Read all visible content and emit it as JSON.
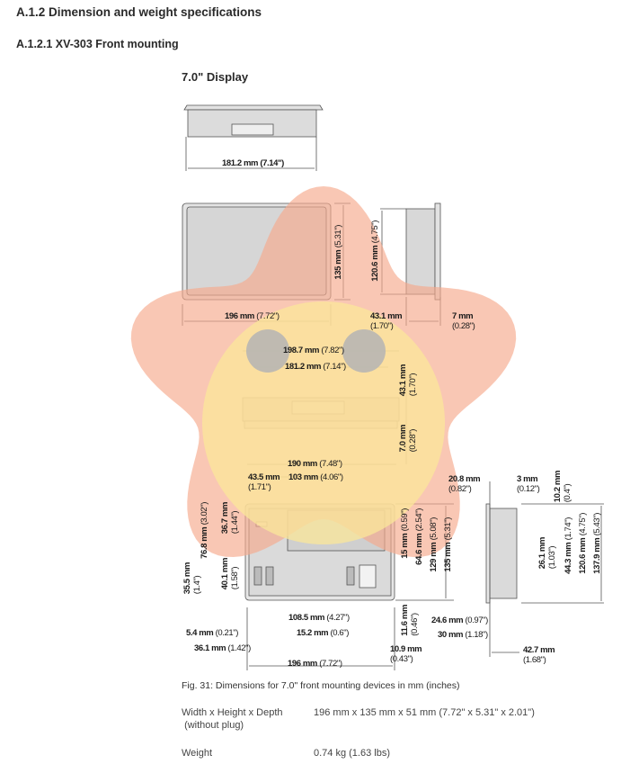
{
  "headings": {
    "section": "A.1.2 Dimension and weight specifications",
    "subsection": "A.1.2.1  XV-303 Front mounting",
    "display": "7.0\" Display"
  },
  "dims": {
    "top_width": {
      "mm": "181.2 mm",
      "in": "(7.14\")"
    },
    "front_width": {
      "mm": "196 mm",
      "in": "(7.72\")"
    },
    "front_height": {
      "mm": "135 mm",
      "in": "(5.31\")"
    },
    "side_height": {
      "mm": "120.6 mm",
      "in": "(4.75\")"
    },
    "side_depth": {
      "mm": "43.1 mm",
      "in": "(1.70\")"
    },
    "side_bezel": {
      "mm": "7 mm",
      "in": "(0.28\")"
    },
    "bottom_outer": {
      "mm": "198.7 mm",
      "in": "(7.82\")"
    },
    "bottom_inner": {
      "mm": "181.2 mm",
      "in": "(7.14\")"
    },
    "bottom_depth": {
      "mm": "43.1 mm",
      "in": "(1.70\")"
    },
    "bottom_bezel": {
      "mm": "7.0 mm",
      "in": "(0.28\")"
    },
    "rear_190": {
      "mm": "190 mm",
      "in": "(7.48\")"
    },
    "rear_43_5": {
      "mm": "43.5 mm",
      "in": "(1.71\")"
    },
    "rear_103": {
      "mm": "103 mm",
      "in": "(4.06\")"
    },
    "rear_76_8": {
      "mm": "76.8 mm",
      "in": "(3.02\")"
    },
    "rear_36_7": {
      "mm": "36.7 mm",
      "in": "(1.44\")"
    },
    "rear_35_5": {
      "mm": "35.5 mm",
      "in": "(1.4\")"
    },
    "rear_40_1": {
      "mm": "40.1 mm",
      "in": "(1.58\")"
    },
    "rear_15": {
      "mm": "15 mm",
      "in": "(0.59\")"
    },
    "rear_64_6": {
      "mm": "64.6 mm",
      "in": "(2.54\")"
    },
    "rear_129": {
      "mm": "129 mm",
      "in": "(5.08\")"
    },
    "rear_135": {
      "mm": "135 mm",
      "in": "(5.31\")"
    },
    "rear_11_6": {
      "mm": "11.6 mm",
      "in": "(0.46\")"
    },
    "rear_108_5": {
      "mm": "108.5 mm",
      "in": "(4.27\")"
    },
    "rear_15_2": {
      "mm": "15.2 mm",
      "in": "(0.6\")"
    },
    "rear_5_4": {
      "mm": "5.4 mm",
      "in": "(0.21\")"
    },
    "rear_36_1": {
      "mm": "36.1 mm",
      "in": "(1.42\")"
    },
    "rear_10_9": {
      "mm": "10.9 mm",
      "in": "(0.43\")"
    },
    "rear_196": {
      "mm": "196 mm",
      "in": "(7.72\")"
    },
    "rside_20_8": {
      "mm": "20.8 mm",
      "in": "(0.82\")"
    },
    "rside_3": {
      "mm": "3 mm",
      "in": "(0.12\")"
    },
    "rside_10_2": {
      "mm": "10.2 mm",
      "in": "(0.4\")"
    },
    "rside_26_1": {
      "mm": "26.1 mm",
      "in": "(1.03\")"
    },
    "rside_44_3": {
      "mm": "44.3 mm",
      "in": "(1.74\")"
    },
    "rside_120_6": {
      "mm": "120.6 mm",
      "in": "(4.75\")"
    },
    "rside_137_9": {
      "mm": "137.9 mm",
      "in": "(5.43\")"
    },
    "rside_24_6": {
      "mm": "24.6 mm",
      "in": "(0.97\")"
    },
    "rside_30": {
      "mm": "30 mm",
      "in": "(1.18\")"
    },
    "rside_42_7": {
      "mm": "42.7 mm",
      "in": "(1.68\")"
    }
  },
  "caption": "Fig. 31: Dimensions for 7.0\" front mounting devices in mm (inches)",
  "specs": {
    "size_label": "Width x Height x Depth",
    "size_note": "(without plug)",
    "size_value": "196 mm x 135 mm x 51 mm (7.72\" x 5.31\" x 2.01\")",
    "weight_label": "Weight",
    "weight_value": "0.74 kg (1.63 lbs)"
  },
  "colors": {
    "overlay_orange": "#f6a98c",
    "overlay_yellow": "#fbe79a",
    "overlay_gray": "#b4b4b4",
    "device": "#8a8a8a"
  }
}
